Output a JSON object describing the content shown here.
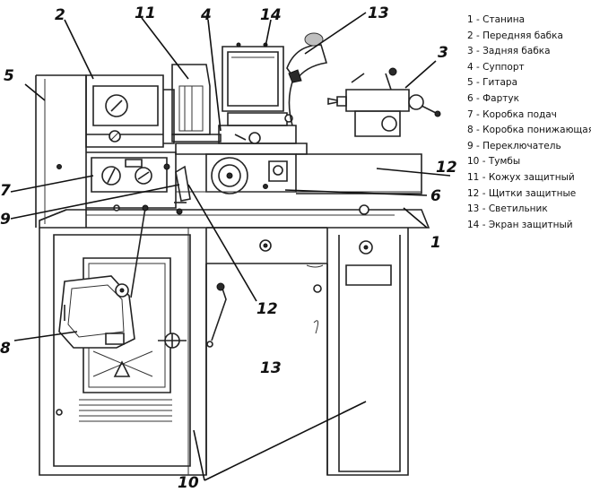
{
  "callouts": [
    {
      "id": "2",
      "text": "2"
    },
    {
      "id": "11",
      "text": "11"
    },
    {
      "id": "4",
      "text": "4"
    },
    {
      "id": "14",
      "text": "14"
    },
    {
      "id": "13a",
      "text": "13"
    },
    {
      "id": "3",
      "text": "3"
    },
    {
      "id": "5",
      "text": "5"
    },
    {
      "id": "12a",
      "text": "12"
    },
    {
      "id": "7",
      "text": "7"
    },
    {
      "id": "6",
      "text": "6"
    },
    {
      "id": "9",
      "text": "9"
    },
    {
      "id": "1",
      "text": "1"
    },
    {
      "id": "12b",
      "text": "12"
    },
    {
      "id": "8",
      "text": "8"
    },
    {
      "id": "13b",
      "text": "13"
    },
    {
      "id": "10",
      "text": "10"
    }
  ],
  "legend": [
    "1 - Станина",
    "2 - Передняя бабка",
    "3 - Задняя бабка",
    "4 - Суппорт",
    "5 - Гитара",
    "6 - Фартук",
    "7 - Коробка подач",
    "8 - Коробка понижающая",
    "9 - Переключатель",
    "10 - Тумбы",
    "11 - Кожух защитный",
    "12 - Щитки защитные",
    "13 - Светильник",
    "14 - Экран защитный"
  ]
}
